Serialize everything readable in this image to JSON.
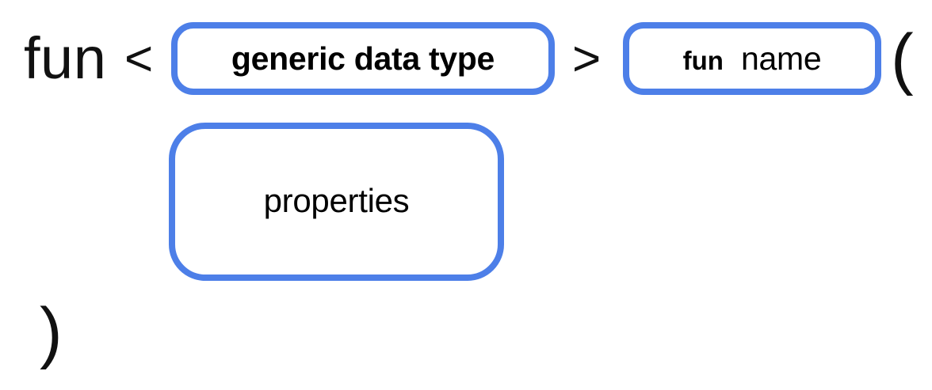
{
  "diagram": {
    "kind": "syntax-railroad-diagram",
    "subject": "generic function declaration signature",
    "background_color": "#ffffff",
    "accent_color": "#4d7fe8",
    "text_color": "#000000"
  },
  "tokens": {
    "fun_keyword": "fun",
    "angle_open": "<",
    "angle_close": ">",
    "paren_open": "(",
    "paren_close": ")"
  },
  "slots": {
    "generic_data_type": {
      "label": "generic data type"
    },
    "fun_name": {
      "keyword": "fun",
      "name": "name"
    },
    "properties": {
      "label": "properties"
    }
  }
}
